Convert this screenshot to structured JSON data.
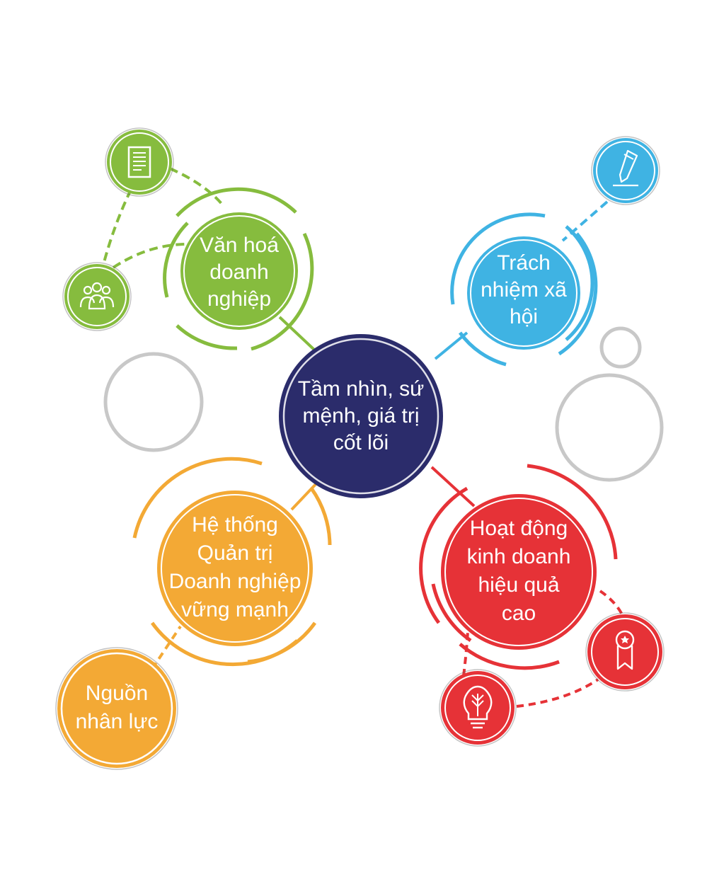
{
  "center": {
    "lines": [
      "Tầm nhìn, sứ",
      "mệnh, giá trị",
      "cốt lõi"
    ]
  },
  "culture": {
    "lines": [
      "Văn hoá",
      "doanh",
      "nghiệp"
    ]
  },
  "social": {
    "lines": [
      "Trách",
      "nhiệm xã",
      "hội"
    ]
  },
  "governance": {
    "lines": [
      "Hệ thống",
      "Quản trị",
      "Doanh nghiệp",
      "vững mạnh"
    ]
  },
  "business": {
    "lines": [
      "Hoạt động",
      "kinh doanh",
      "hiệu quả",
      "cao"
    ]
  },
  "hr": {
    "lines": [
      "Nguồn",
      "nhân lực"
    ]
  },
  "colors": {
    "navy": "#2b2c6b",
    "green": "#86bc3e",
    "blue": "#3fb3e3",
    "orange": "#f3a935",
    "red": "#e63237",
    "gray": "#c8c8c8"
  },
  "icons": [
    "document-icon",
    "people-icon",
    "pencil-icon",
    "lightbulb-icon",
    "award-ribbon-icon"
  ]
}
